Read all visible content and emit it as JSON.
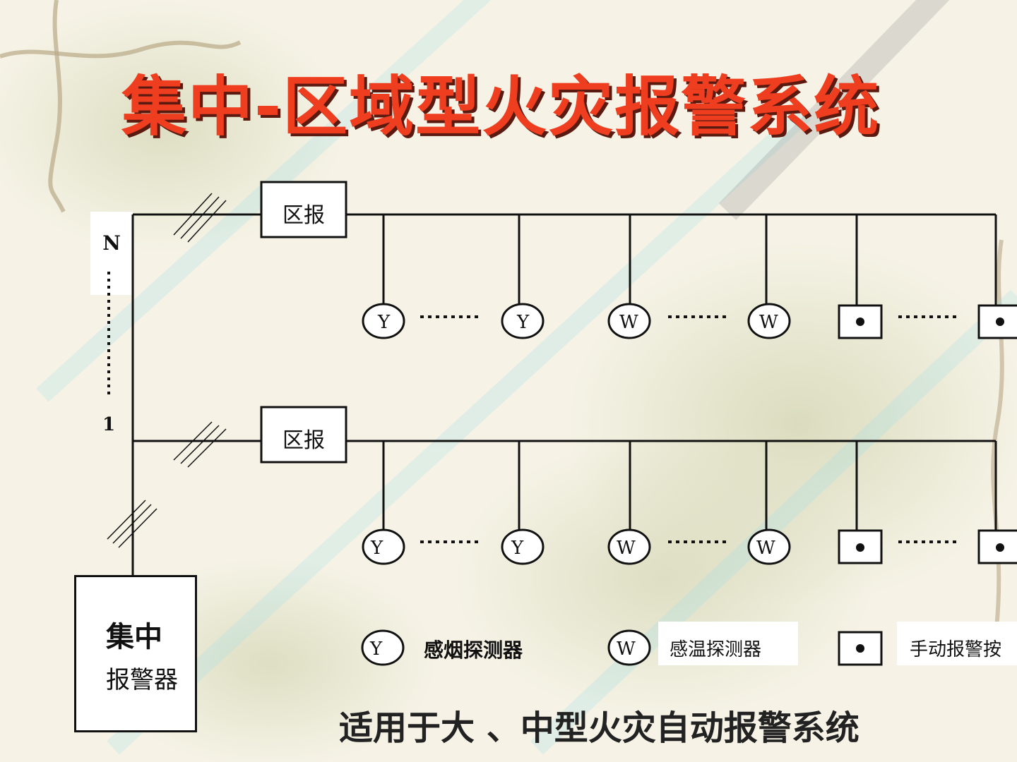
{
  "title": "集中-区域型火灾报警系统",
  "zone_controller_label": "区报",
  "center_controller": {
    "line1": "集中",
    "line2": "报警器"
  },
  "numbering": {
    "top": "N",
    "bottom": "1"
  },
  "symbols": {
    "smoke": "Y",
    "heat": "W"
  },
  "legend": {
    "smoke": "感烟探测器",
    "heat": "感温探测器",
    "manual": "手动报警按"
  },
  "footer": "适用于大 、中型火灾自动报警系统",
  "colors": {
    "title": "#ee3e1f",
    "line": "#111111"
  }
}
